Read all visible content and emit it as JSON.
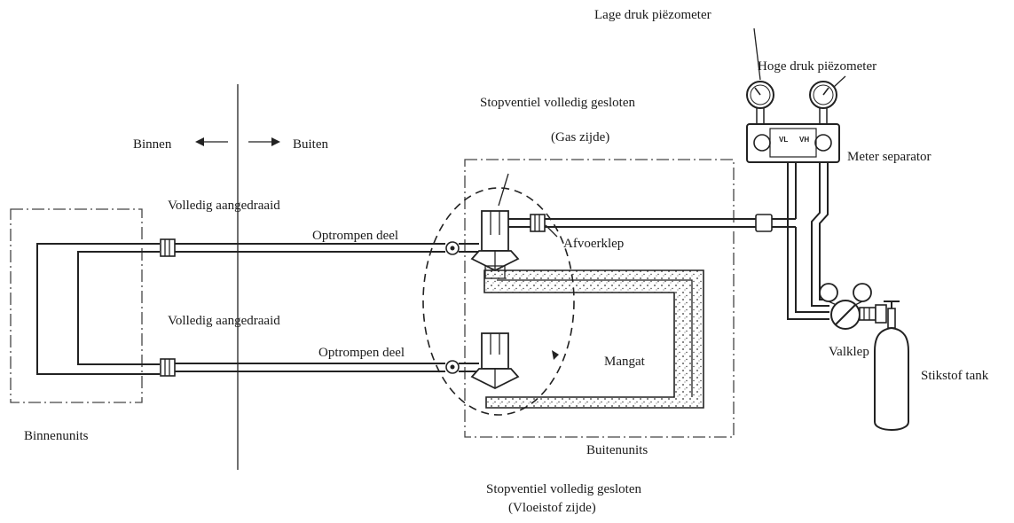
{
  "labels": {
    "low_pressure_gauge": "Lage druk piëzometer",
    "high_pressure_gauge": "Hoge druk piëzometer",
    "gas_valve_closed": "Stopventiel volledig gesloten",
    "gas_side": "(Gas zijde)",
    "indoor": "Binnen",
    "outdoor": "Buiten",
    "meter_separator": "Meter separator",
    "fully_tightened_top": "Volledig aangedraaid",
    "flared_part_top": "Optrompen deel",
    "drain_valve": "Afvoerklep",
    "fully_tightened_bottom": "Volledig aangedraaid",
    "flared_part_bottom": "Optrompen deel",
    "manhole": "Mangat",
    "drop_valve": "Valklep",
    "nitrogen_tank": "Stikstof tank",
    "indoor_units": "Binnenunits",
    "outdoor_units": "Buitenunits",
    "liquid_valve_closed": "Stopventiel volledig gesloten",
    "liquid_side": "(Vloeistof zijde)",
    "gauge_vl": "VL",
    "gauge_vh": "VH"
  }
}
